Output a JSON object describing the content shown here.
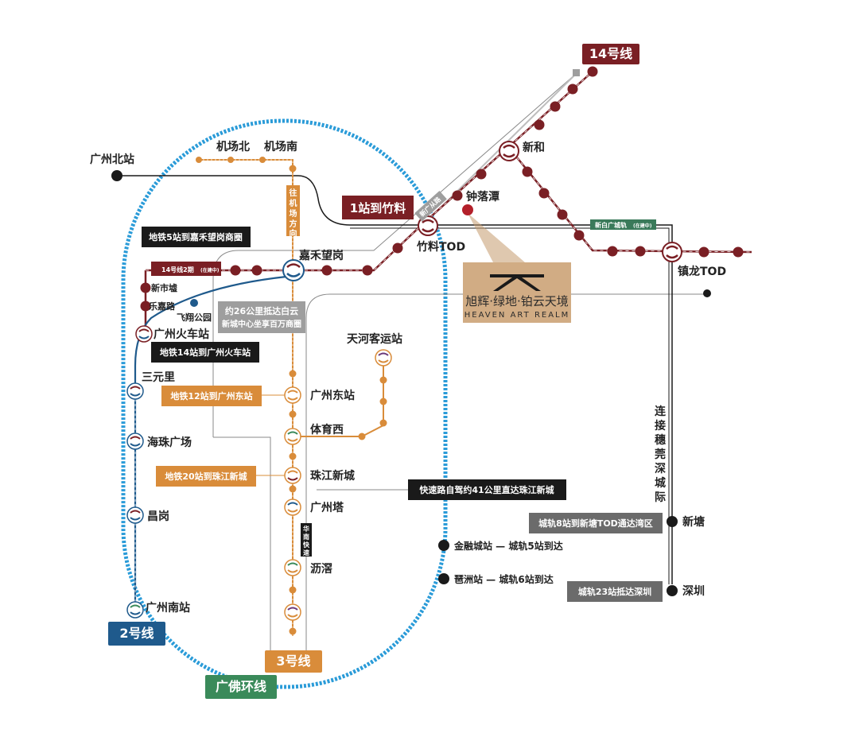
{
  "line_labels": {
    "line14": "14号线",
    "line2": "2号线",
    "line3": "3号线",
    "loop": "广佛环线",
    "line14_phase2": "14号线2期",
    "line14_phase2_note": "(在建中)",
    "xinbai": "新白广城轨",
    "xinbai_note": "(在建中)",
    "xinguang": "新广从路",
    "huanan": "华南快速",
    "airport_dir": "往机场方向"
  },
  "stations": {
    "guangzhou_north": "广州北站",
    "airport_north": "机场北",
    "airport_south": "机场南",
    "xinhe": "新和",
    "zhongluotan": "钟落潭",
    "zhuliao": "竹料TOD",
    "zhenlong": "镇龙TOD",
    "jiahe": "嘉禾望岗",
    "xinshixu": "新市墟",
    "lejia": "乐嘉路",
    "feixiang": "飞翔公园",
    "gz_railway": "广州火车站",
    "sanyuanli": "三元里",
    "haizhu": "海珠广场",
    "changgang": "昌岗",
    "gz_south": "广州南站",
    "tianhe_bus": "天河客运站",
    "gz_east": "广州东站",
    "tiyuxi": "体育西",
    "zhujiang": "珠江新城",
    "canton_tower": "广州塔",
    "lijiao": "沥滘",
    "jinrong": "金融城站",
    "pazhou": "琶洲站",
    "xintang": "新塘",
    "shenzhen": "深圳"
  },
  "callouts": {
    "zhuliao_1": "1站到竹料",
    "jiahe_5": "地铁5站到嘉禾望岗商圈",
    "baiyun_26_line1": "约26公里抵达白云",
    "baiyun_26_line2": "新城中心坐享百万商圈",
    "railway_14": "地铁14站到广州火车站",
    "east_12": "地铁12站到广州东站",
    "zhujiang_20": "地铁20站到珠江新城",
    "express_41": "快速路自驾约41公里直达珠江新城",
    "jinrong_5": "金融城站 — 城轨5站到达",
    "pazhou_6": "琶洲站 — 城轨6站到达",
    "xintang_8": "城轨8站到新塘TOD通达湾区",
    "shenzhen_23": "城轨23站抵达深圳",
    "connect": [
      "连",
      "接",
      "穗",
      "莞",
      "深",
      "城",
      "际"
    ]
  },
  "brand": {
    "name_cn": "旭辉·绿地·铂云天境",
    "name_en": "HEAVEN ART REALM"
  },
  "colors": {
    "line14": "#7a1f24",
    "line2": "#1f5a8c",
    "line3": "#d98c3a",
    "loop": "#2a9bd8",
    "loop_label": "#3a8a5a",
    "dark": "#1a1a1a",
    "grey": "#7a7a7a",
    "brand_bg": "#c59a6e",
    "project_dot": "#b3202a"
  }
}
